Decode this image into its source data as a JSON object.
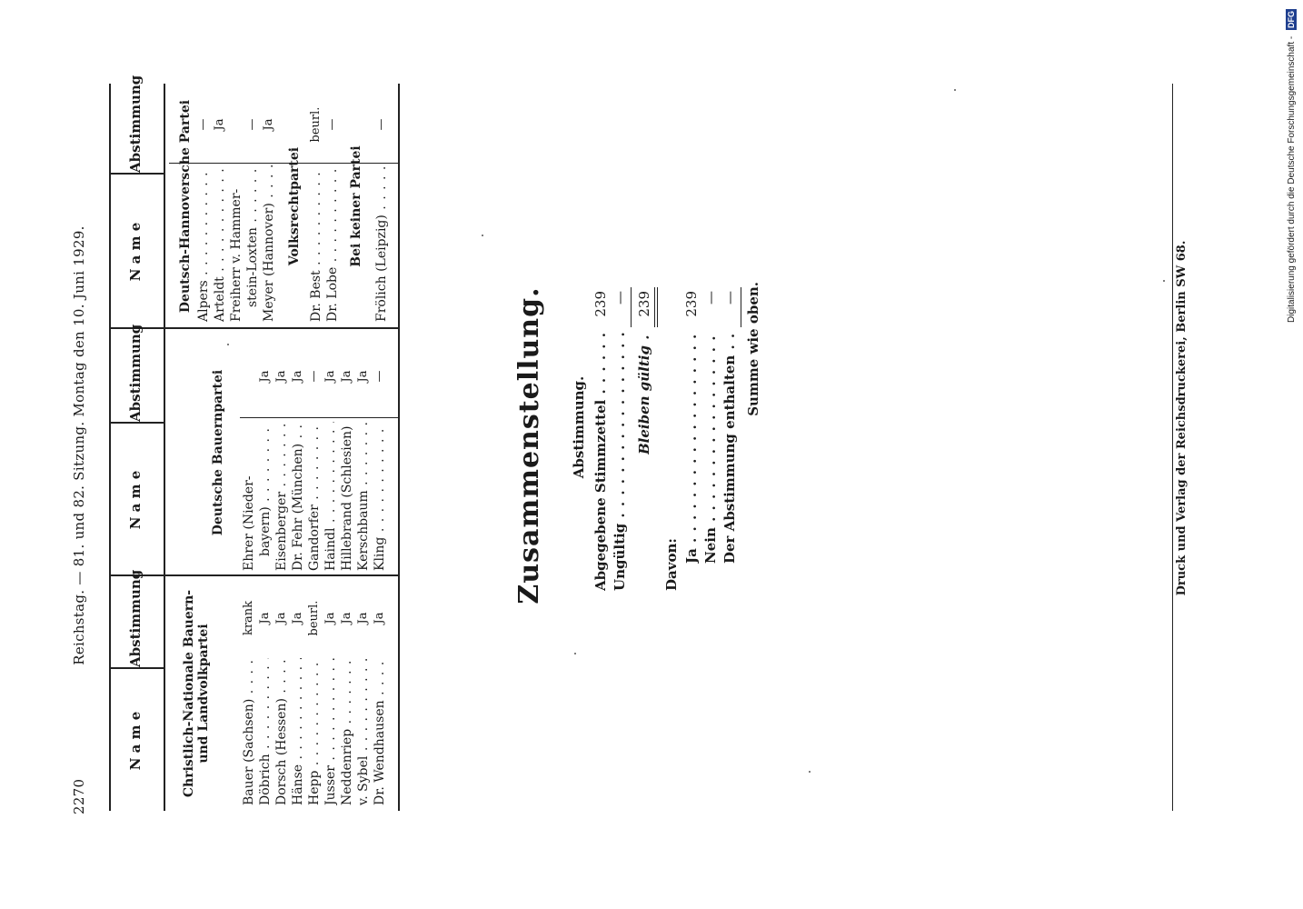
{
  "header": {
    "page_number": "2270",
    "text": "Reichstag. — 81. und 82. Sitzung. Montag den 10. Juni 1929."
  },
  "columns": [
    {
      "name_header": "N a m e",
      "vote_header": "Abstimmung",
      "section": "Christlich-Nationale Bauern- und Landvolkpartei",
      "rows": [
        {
          "name": "Bauer (Sachsen)",
          "vote": "krank"
        },
        {
          "name": "Döbrich",
          "vote": "Ja"
        },
        {
          "name": "Dorsch (Hessen)",
          "vote": "Ja"
        },
        {
          "name": "Hänse",
          "vote": "Ja"
        },
        {
          "name": "Hepp",
          "vote": "beurl."
        },
        {
          "name": "Jusser",
          "vote": "Ja"
        },
        {
          "name": "Neddenriep",
          "vote": "Ja"
        },
        {
          "name": "v. Sybel",
          "vote": "Ja"
        },
        {
          "name": "Dr. Wendhausen",
          "vote": "Ja"
        }
      ]
    },
    {
      "name_header": "N a m e",
      "vote_header": "Abstimmung",
      "section": "Deutsche Bauernpartei",
      "rows": [
        {
          "name": "Ehrer (Nieder-",
          "vote": ""
        },
        {
          "name": "bayern)",
          "vote": "Ja"
        },
        {
          "name": "Eisenberger",
          "vote": "Ja"
        },
        {
          "name": "Dr. Fehr (München)",
          "vote": "Ja"
        },
        {
          "name": "Gandorfer",
          "vote": "—"
        },
        {
          "name": "Haindl",
          "vote": "Ja"
        },
        {
          "name": "Hillebrand (Schlesien)",
          "vote": "Ja"
        },
        {
          "name": "Kerschbaum",
          "vote": "Ja"
        },
        {
          "name": "Kling",
          "vote": "—"
        }
      ]
    },
    {
      "name_header": "N a m e",
      "vote_header": "Abstimmung",
      "sections": [
        {
          "title": "Deutsch-Hannoversche Partei",
          "rows": [
            {
              "name": "Alpers",
              "vote": "—"
            },
            {
              "name": "Arteldt",
              "vote": "Ja"
            },
            {
              "name": "Freiherr v. Hammer-",
              "vote": ""
            },
            {
              "name": "stein-Loxten",
              "vote": "—"
            },
            {
              "name": "Meyer (Hannover)",
              "vote": "Ja"
            }
          ]
        },
        {
          "title": "Volksrechtpartei",
          "rows": [
            {
              "name": "Dr. Best",
              "vote": "beurl."
            },
            {
              "name": "Dr. Lobe",
              "vote": "—"
            }
          ]
        },
        {
          "title": "Bei keiner Partei",
          "rows": [
            {
              "name": "Frölich (Leipzig)",
              "vote": "—"
            }
          ]
        }
      ]
    }
  ],
  "summary": {
    "title": "Zusammenstellung.",
    "subtitle": "Abstimmung.",
    "abgegebene_label": "Abgegebene Stimmzettel",
    "abgegebene_value": "239",
    "ungueltig_label": "Ungültig",
    "ungueltig_value": "—",
    "bleiben_label": "Bleiben gültig",
    "bleiben_value": "239",
    "davon_label": "Davon:",
    "ja_label": "Ja",
    "ja_value": "239",
    "nein_label": "Nein",
    "nein_value": "—",
    "enthalten_label": "Der Abstimmung enthalten",
    "enthalten_value": "—",
    "summe_label": "Summe wie oben."
  },
  "footer": {
    "imprint": "Druck und Verlag der Reichsdruckerei, Berlin SW 68."
  },
  "credit": {
    "text": "Digitalisierung gefördert durch die Deutsche Forschungsgemeinschaft -",
    "logo": "DFG"
  }
}
